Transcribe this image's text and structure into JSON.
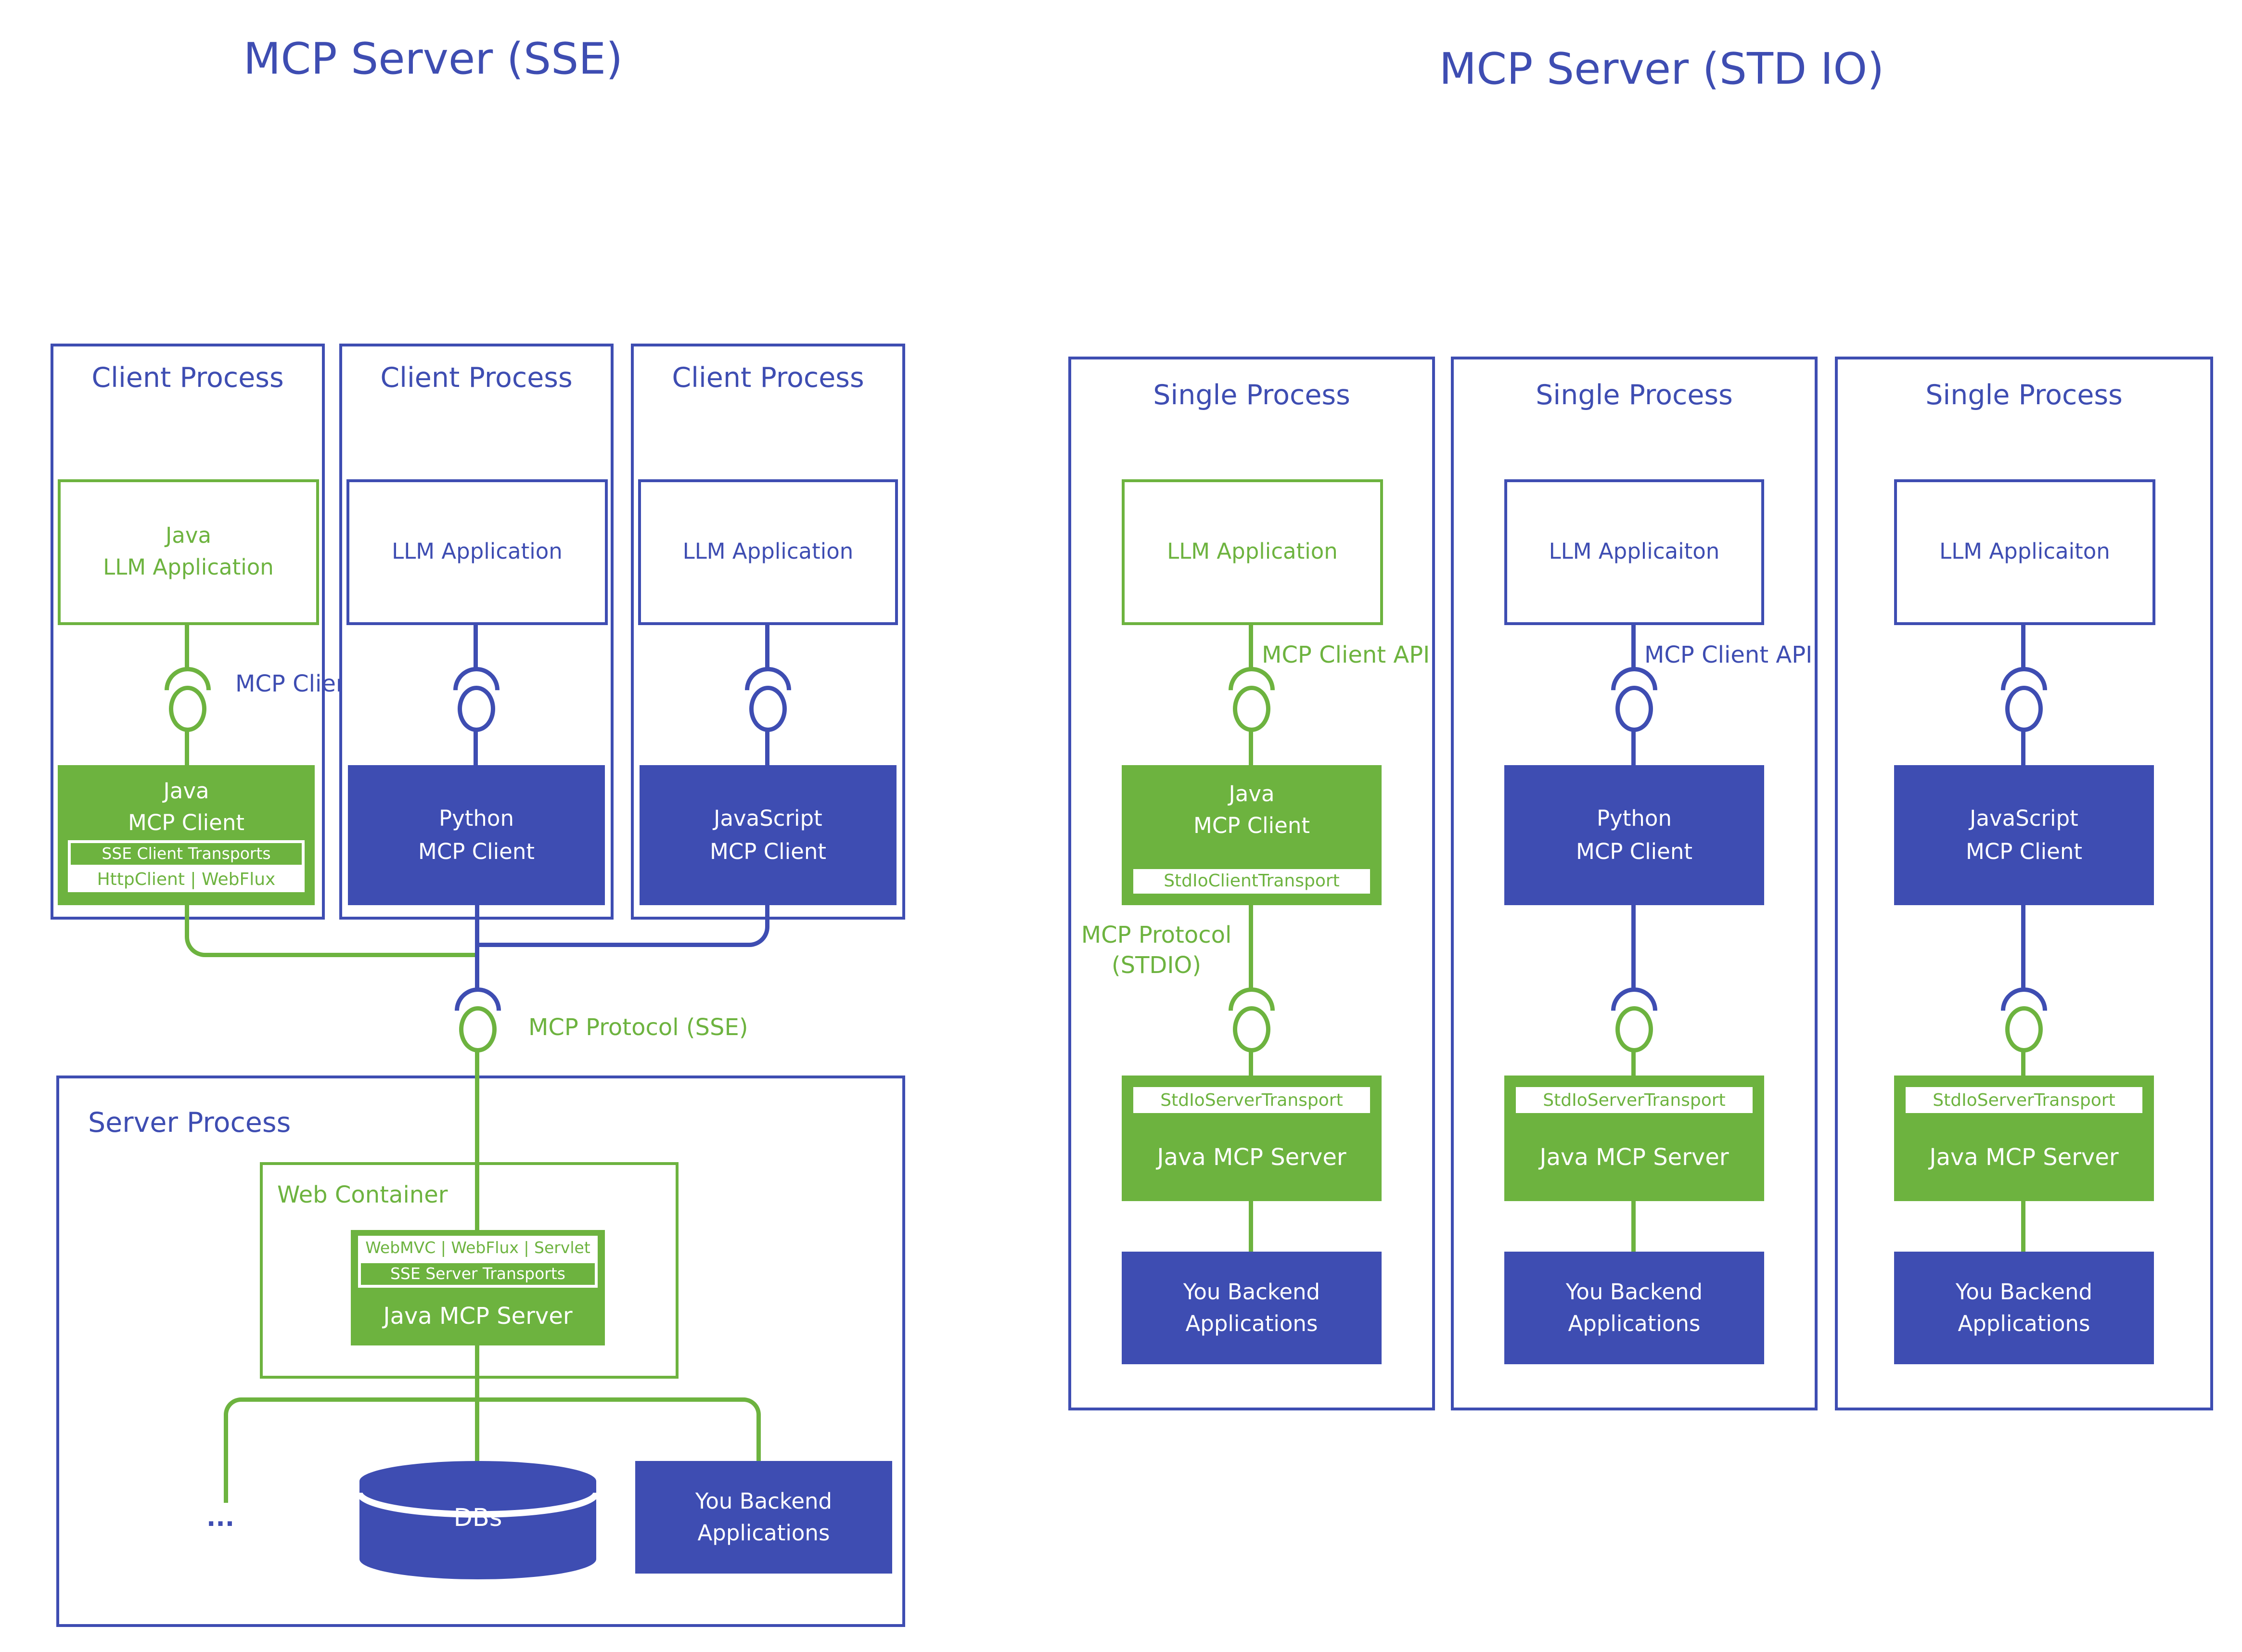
{
  "colors": {
    "blue": "#3E4DB2",
    "green": "#6DB33F"
  },
  "left": {
    "title": "MCP Server (SSE)",
    "protocol_label": "MCP Protocol (SSE)",
    "clients": [
      {
        "process": "Client Process",
        "app": "Java\nLLM Application",
        "api_label": "MCP Client API",
        "client": "Java\nMCP Client",
        "transport": "SSE Client Transports",
        "impl": "HttpClient | WebFlux"
      },
      {
        "process": "Client Process",
        "app": "LLM Application",
        "client": "Python\nMCP Client"
      },
      {
        "process": "Client Process",
        "app": "LLM Application",
        "client": "JavaScript\nMCP Client"
      }
    ],
    "server": {
      "process": "Server Process",
      "container": "Web Container",
      "frameworks": "WebMVC | WebFlux | Servlet",
      "transport": "SSE Server Transports",
      "name": "Java MCP Server",
      "ellipsis": "...",
      "db": "DBs",
      "backend": "You Backend\nApplications"
    }
  },
  "right": {
    "title": "MCP Server (STD IO)",
    "processes": [
      {
        "process": "Single Process",
        "app": "LLM Application",
        "api_label": "MCP Client API",
        "client": "Java\nMCP Client",
        "client_transport": "StdIoClientTransport",
        "protocol_label": "MCP Protocol\n(STDIO)",
        "server_transport": "StdIoServerTransport",
        "server": "Java MCP Server",
        "backend": "You Backend\nApplications"
      },
      {
        "process": "Single Process",
        "app": "LLM Applicaiton",
        "api_label": "MCP Client API",
        "client": "Python\nMCP Client",
        "server_transport": "StdIoServerTransport",
        "server": "Java MCP Server",
        "backend": "You Backend\nApplications"
      },
      {
        "process": "Single Process",
        "app": "LLM Applicaiton",
        "client": "JavaScript\nMCP Client",
        "server_transport": "StdIoServerTransport",
        "server": "Java MCP Server",
        "backend": "You Backend\nApplications"
      }
    ]
  }
}
